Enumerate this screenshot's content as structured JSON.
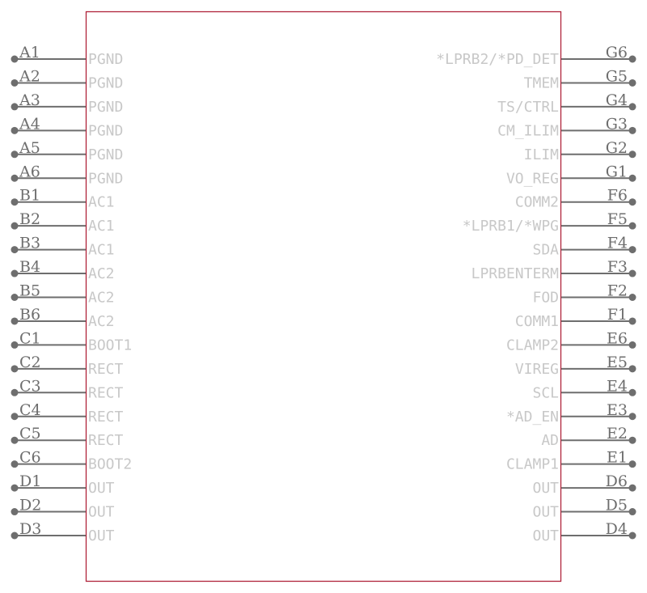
{
  "colors": {
    "body_outline": "#b0233a",
    "pin_line": "#6e6e6e",
    "pin_dot": "#6e6e6e",
    "pin_number_text": "#6e6e6e",
    "pin_name_text": "#c8c8c8",
    "background": "#ffffff"
  },
  "left_pins": [
    {
      "number": "A1",
      "name": "PGND"
    },
    {
      "number": "A2",
      "name": "PGND"
    },
    {
      "number": "A3",
      "name": "PGND"
    },
    {
      "number": "A4",
      "name": "PGND"
    },
    {
      "number": "A5",
      "name": "PGND"
    },
    {
      "number": "A6",
      "name": "PGND"
    },
    {
      "number": "B1",
      "name": "AC1"
    },
    {
      "number": "B2",
      "name": "AC1"
    },
    {
      "number": "B3",
      "name": "AC1"
    },
    {
      "number": "B4",
      "name": "AC2"
    },
    {
      "number": "B5",
      "name": "AC2"
    },
    {
      "number": "B6",
      "name": "AC2"
    },
    {
      "number": "C1",
      "name": "BOOT1"
    },
    {
      "number": "C2",
      "name": "RECT"
    },
    {
      "number": "C3",
      "name": "RECT"
    },
    {
      "number": "C4",
      "name": "RECT"
    },
    {
      "number": "C5",
      "name": "RECT"
    },
    {
      "number": "C6",
      "name": "BOOT2"
    },
    {
      "number": "D1",
      "name": "OUT"
    },
    {
      "number": "D2",
      "name": "OUT"
    },
    {
      "number": "D3",
      "name": "OUT"
    }
  ],
  "right_pins": [
    {
      "number": "G6",
      "name": "*LPRB2/*PD_DET"
    },
    {
      "number": "G5",
      "name": "TMEM"
    },
    {
      "number": "G4",
      "name": "TS/CTRL"
    },
    {
      "number": "G3",
      "name": "CM_ILIM"
    },
    {
      "number": "G2",
      "name": "ILIM"
    },
    {
      "number": "G1",
      "name": "VO_REG"
    },
    {
      "number": "F6",
      "name": "COMM2"
    },
    {
      "number": "F5",
      "name": "*LPRB1/*WPG"
    },
    {
      "number": "F4",
      "name": "SDA"
    },
    {
      "number": "F3",
      "name": "LPRBENTERM"
    },
    {
      "number": "F2",
      "name": "FOD"
    },
    {
      "number": "F1",
      "name": "COMM1"
    },
    {
      "number": "E6",
      "name": "CLAMP2"
    },
    {
      "number": "E5",
      "name": "VIREG"
    },
    {
      "number": "E4",
      "name": "SCL"
    },
    {
      "number": "E3",
      "name": "*AD_EN"
    },
    {
      "number": "E2",
      "name": "AD"
    },
    {
      "number": "E1",
      "name": "CLAMP1"
    },
    {
      "number": "D6",
      "name": "OUT"
    },
    {
      "number": "D5",
      "name": "OUT"
    },
    {
      "number": "D4",
      "name": "OUT"
    }
  ]
}
